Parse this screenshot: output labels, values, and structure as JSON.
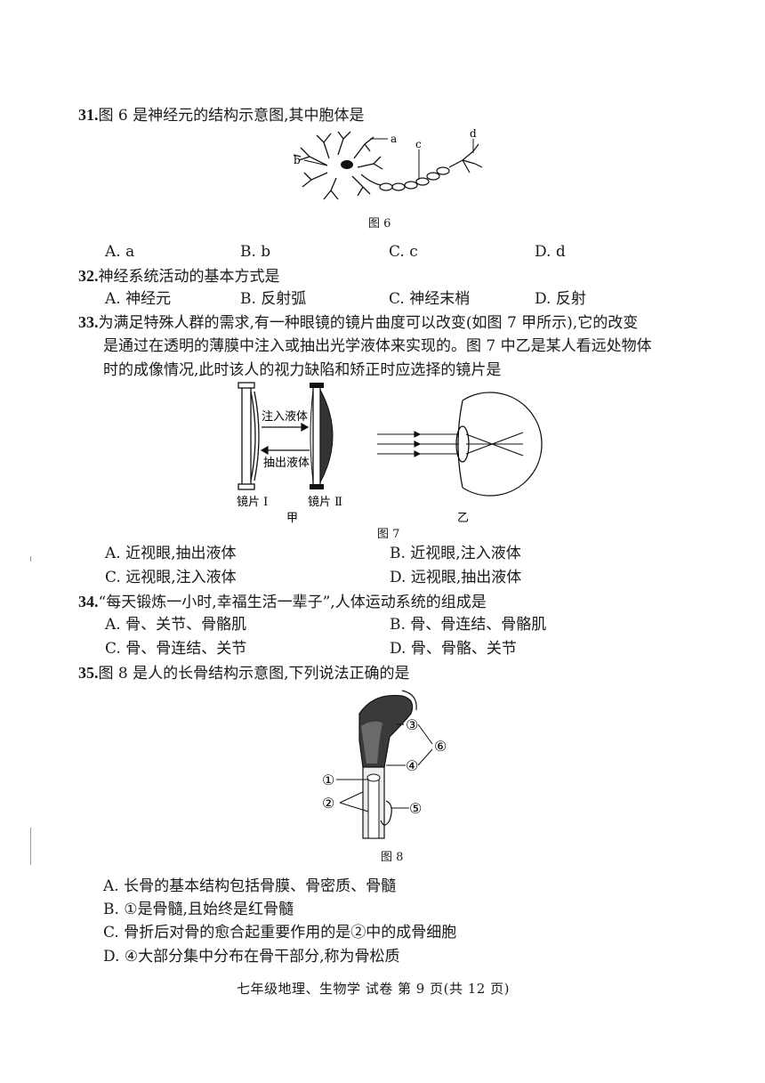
{
  "q31": {
    "num": "31.",
    "stem": "图 6 是神经元的结构示意图,其中胞体是",
    "figure": {
      "caption": "图 6",
      "labels": [
        "a",
        "b",
        "c",
        "d"
      ]
    },
    "options": [
      "A. a",
      "B. b",
      "C. c",
      "D. d"
    ]
  },
  "q32": {
    "num": "32.",
    "stem": "神经系统活动的基本方式是",
    "options": [
      "A. 神经元",
      "B. 反射弧",
      "C. 神经末梢",
      "D. 反射"
    ]
  },
  "q33": {
    "num": "33.",
    "stem_lines": [
      "为满足特殊人群的需求,有一种眼镜的镜片曲度可以改变(如图 7 甲所示),它的改变",
      "是通过在透明的薄膜中注入或抽出光学液体来实现的。图 7 中乙是某人看远处物体",
      "时的成像情况,此时该人的视力缺陷和矫正时应选择的镜片是"
    ],
    "figure": {
      "inject_label": "注入液体",
      "extract_label": "抽出液体",
      "lens1_label": "镜片 Ⅰ",
      "lens2_label": "镜片 Ⅱ",
      "jia": "甲",
      "yi": "乙",
      "caption": "图 7"
    },
    "options": [
      "A. 近视眼,抽出液体",
      "B. 近视眼,注入液体",
      "C. 远视眼,注入液体",
      "D. 远视眼,抽出液体"
    ]
  },
  "q34": {
    "num": "34.",
    "stem": "“每天锻炼一小时,幸福生活一辈子”,人体运动系统的组成是",
    "options": [
      "A. 骨、关节、骨骼肌",
      "B. 骨、骨连结、骨骼肌",
      "C. 骨、骨连结、关节",
      "D. 骨、骨骼、关节"
    ]
  },
  "q35": {
    "num": "35.",
    "stem": "图 8 是人的长骨结构示意图,下列说法正确的是",
    "figure": {
      "caption": "图 8",
      "labels": [
        "①",
        "②",
        "③",
        "④",
        "⑤",
        "⑥"
      ]
    },
    "options": [
      "A. 长骨的基本结构包括骨膜、骨密质、骨髓",
      "B. ①是骨髓,且始终是红骨髓",
      "C. 骨折后对骨的愈合起重要作用的是②中的成骨细胞",
      "D. ④大部分集中分布在骨干部分,称为骨松质"
    ]
  },
  "footer": "七年级地理、生物学  试卷  第 9 页(共 12 页)"
}
